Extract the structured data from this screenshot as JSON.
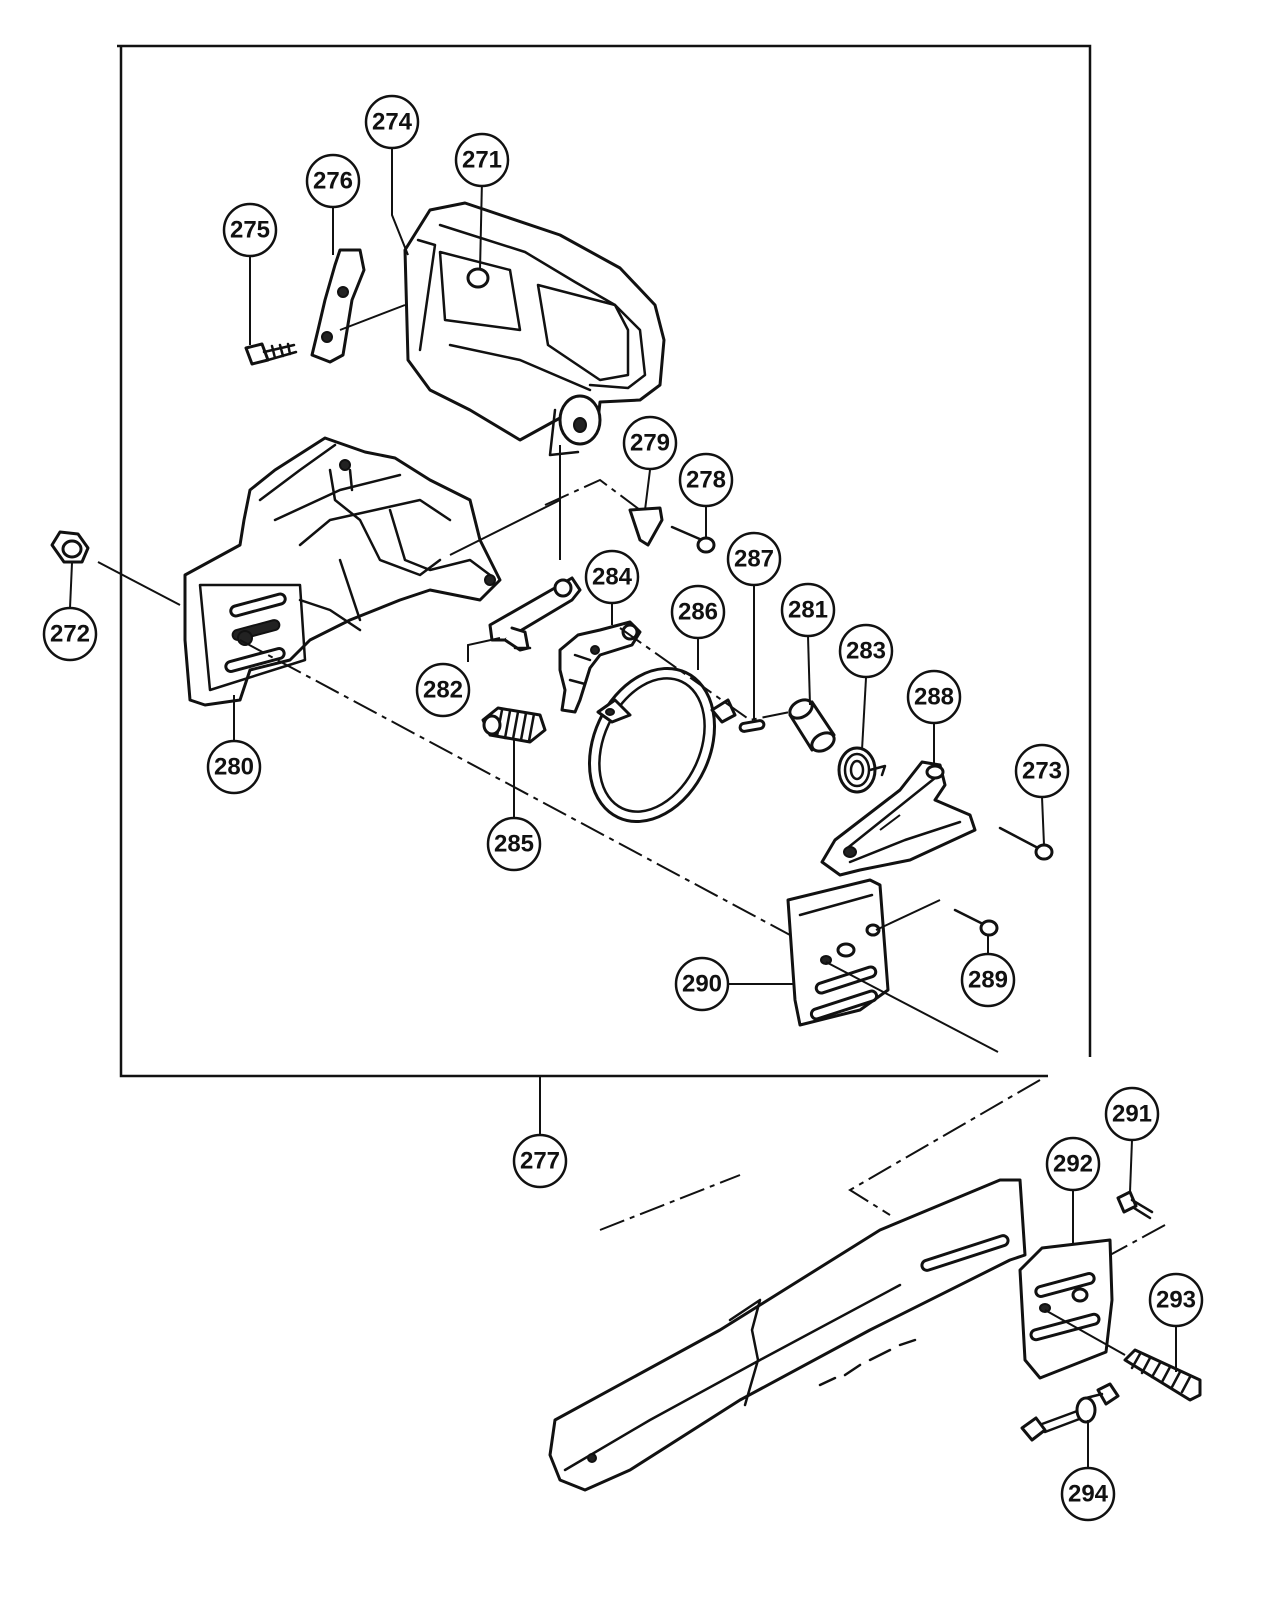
{
  "diagram": {
    "type": "exploded-parts-diagram",
    "callouts": {
      "271": "271",
      "272": "272",
      "273": "273",
      "274": "274",
      "275": "275",
      "276": "276",
      "277": "277",
      "278": "278",
      "279": "279",
      "280": "280",
      "281": "281",
      "282": "282",
      "283": "283",
      "284": "284",
      "285": "285",
      "286": "286",
      "287": "287",
      "288": "288",
      "289": "289",
      "290": "290",
      "291": "291",
      "292": "292",
      "293": "293",
      "294": "294"
    }
  }
}
